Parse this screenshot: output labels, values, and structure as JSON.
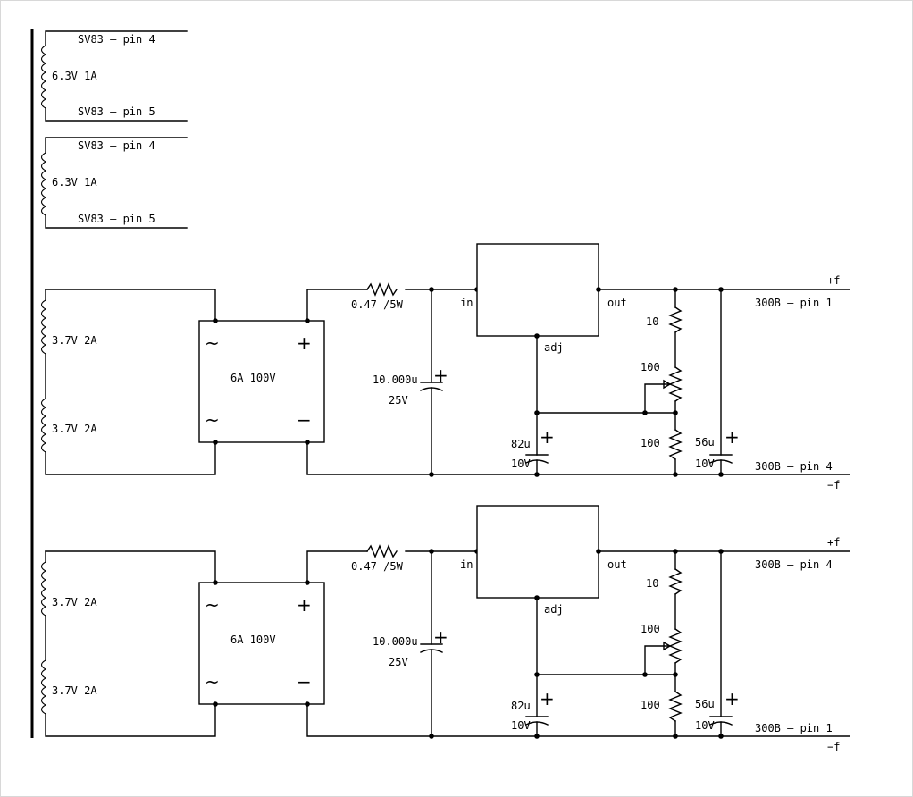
{
  "heater_windings": [
    {
      "top_label": "SV83 – pin 4",
      "voltage_label": "6.3V 1A",
      "bottom_label": "SV83 – pin 5"
    },
    {
      "top_label": "SV83 – pin 4",
      "voltage_label": "6.3V 1A",
      "bottom_label": "SV83 – pin 5"
    }
  ],
  "supplies": [
    {
      "winding_top_label": "3.7V 2A",
      "winding_bottom_label": "3.7V 2A",
      "bridge_label": "6A 100V",
      "bridge_ac_symbol": "~",
      "bridge_plus_symbol": "+",
      "bridge_minus_symbol": "−",
      "resistor_label": "0.47 /5W",
      "main_cap_value": "10.000u",
      "main_cap_voltage": "25V",
      "regulator_in_label": "in",
      "regulator_out_label": "out",
      "regulator_adj_label": "adj",
      "r1_label": "10",
      "pot_label": "100",
      "r2_label": "100",
      "adj_cap_value": "82u",
      "adj_cap_voltage": "10V",
      "out_cap_value": "56u",
      "out_cap_voltage": "10V",
      "cap_plus_symbol": "+",
      "out_plus_label": "+f",
      "out_plus_pin": "300B – pin 1",
      "out_minus_pin": "300B – pin 4",
      "out_minus_label": "−f"
    },
    {
      "winding_top_label": "3.7V 2A",
      "winding_bottom_label": "3.7V 2A",
      "bridge_label": "6A 100V",
      "bridge_ac_symbol": "~",
      "bridge_plus_symbol": "+",
      "bridge_minus_symbol": "−",
      "resistor_label": "0.47 /5W",
      "main_cap_value": "10.000u",
      "main_cap_voltage": "25V",
      "regulator_in_label": "in",
      "regulator_out_label": "out",
      "regulator_adj_label": "adj",
      "r1_label": "10",
      "pot_label": "100",
      "r2_label": "100",
      "adj_cap_value": "82u",
      "adj_cap_voltage": "10V",
      "out_cap_value": "56u",
      "out_cap_voltage": "10V",
      "cap_plus_symbol": "+",
      "out_plus_label": "+f",
      "out_plus_pin": "300B – pin 4",
      "out_minus_pin": "300B – pin 1",
      "out_minus_label": "−f"
    }
  ]
}
